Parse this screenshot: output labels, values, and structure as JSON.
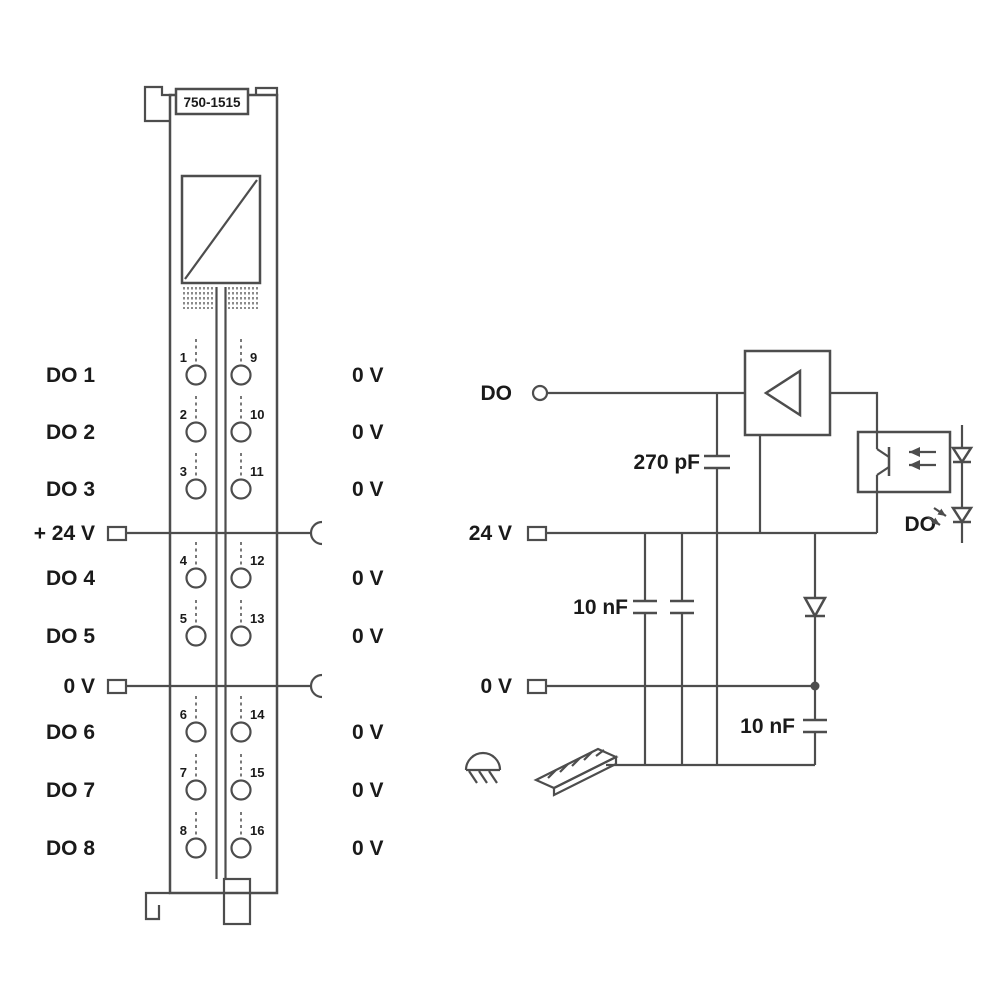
{
  "module": {
    "part_number": "750-1515",
    "rows": [
      {
        "label": "DO 1",
        "num_l": "1",
        "num_r": "9",
        "right": "0 V"
      },
      {
        "label": "DO 2",
        "num_l": "2",
        "num_r": "10",
        "right": "0 V"
      },
      {
        "label": "DO 3",
        "num_l": "3",
        "num_r": "11",
        "right": "0 V"
      },
      {
        "label": "DO 4",
        "num_l": "4",
        "num_r": "12",
        "right": "0 V"
      },
      {
        "label": "DO 5",
        "num_l": "5",
        "num_r": "13",
        "right": "0 V"
      },
      {
        "label": "DO 6",
        "num_l": "6",
        "num_r": "14",
        "right": "0 V"
      },
      {
        "label": "DO 7",
        "num_l": "7",
        "num_r": "15",
        "right": "0 V"
      },
      {
        "label": "DO 8",
        "num_l": "8",
        "num_r": "16",
        "right": "0 V"
      }
    ],
    "power_24v_label": "+ 24 V",
    "power_0v_label": "0 V"
  },
  "schematic": {
    "do_in_label": "DO",
    "cap_270pf_label": "270 pF",
    "v24_label": "24 V",
    "cap_10nf_label": "10 nF",
    "v0_label": "0 V",
    "cap_10nf2_label": "10 nF",
    "do_out_label": "DO"
  },
  "colors": {
    "line": "#4d4d4d",
    "text": "#1a1a1a",
    "background": "#ffffff"
  }
}
